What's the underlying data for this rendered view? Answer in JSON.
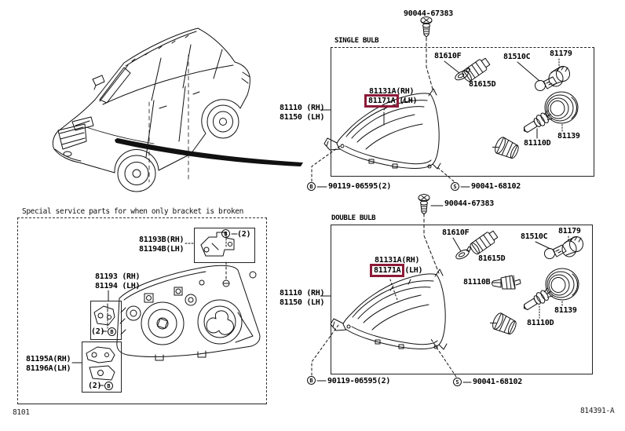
{
  "colors": {
    "highlight_box": "#8d1a38",
    "ink": "#000000",
    "paper": "#ffffff"
  },
  "footer": {
    "fig_code": "8101",
    "drawing_code": "814391-A"
  },
  "single": {
    "section_label": "SINGLE BULB",
    "screw_part": "90044-67383",
    "assembly_rh": "81110 (RH)",
    "assembly_lh": "81150 (LH)",
    "lens_rh": "81131A(RH)",
    "lens_lh_number": "81171A",
    "lens_lh_side": "(LH)",
    "part_81610F": "81610F",
    "part_81615D": "81615D",
    "part_81510C": "81510C",
    "part_81179": "81179",
    "part_81110D": "81110D",
    "part_81139": "81139",
    "bolt_marker": "B",
    "bolt_part": "90119-06595(2)",
    "screw_marker": "S",
    "screw_part2": "90041-68102"
  },
  "double": {
    "section_label": "DOUBLE BULB",
    "screw_part": "90044-67383",
    "assembly_rh": "81110 (RH)",
    "assembly_lh": "81150 (LH)",
    "lens_rh": "81131A(RH)",
    "lens_lh_number": "81171A",
    "lens_lh_side": "(LH)",
    "part_81610F": "81610F",
    "part_81615D": "81615D",
    "part_81510C": "81510C",
    "part_81179": "81179",
    "part_81110B": "81110B",
    "part_81110D": "81110D",
    "part_81139": "81139",
    "bolt_marker": "B",
    "bolt_part": "90119-06595(2)",
    "screw_marker": "S",
    "screw_part2": "90041-68102"
  },
  "special": {
    "title": "Special service parts for when only bracket is broken",
    "bracket_b_rh": "81193B(RH)",
    "bracket_b_lh": "81194B(LH)",
    "bracket_rh": "81193 (RH)",
    "bracket_lh": "81194 (LH)",
    "bracket_a_rh": "81195A(RH)",
    "bracket_a_lh": "81196A(LH)",
    "qty2": "(2)",
    "marker_b": "B"
  }
}
